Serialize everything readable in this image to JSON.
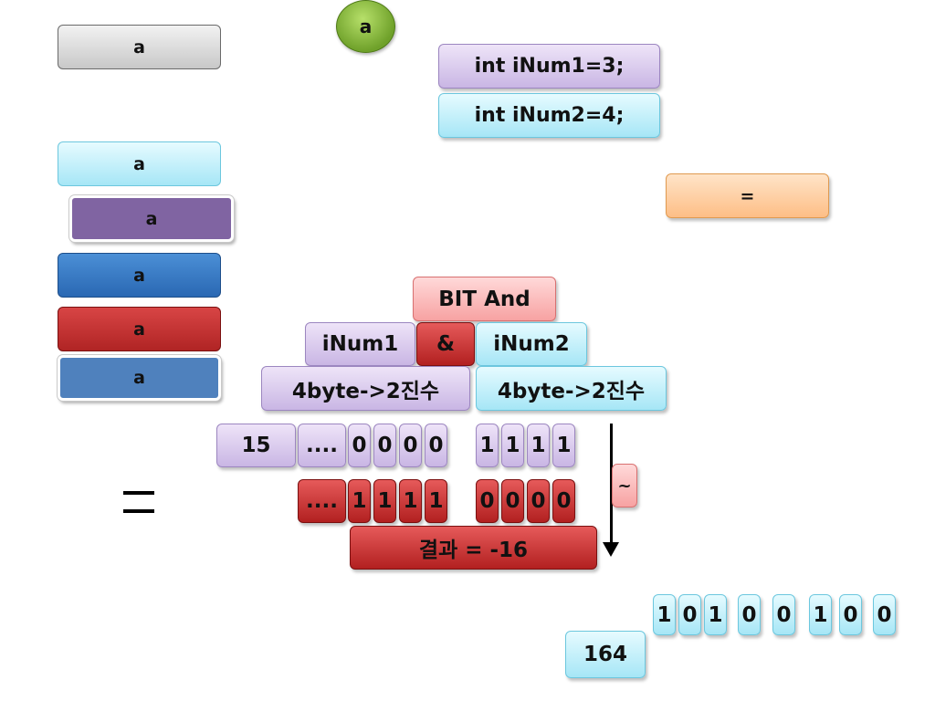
{
  "legend": {
    "gray": "a",
    "cyan": "a",
    "purple": "a",
    "blue": "a",
    "red": "a",
    "steel": "a"
  },
  "circle_label": "a",
  "code": {
    "line1": "int iNum1=3;",
    "line2": "int iNum2=4;"
  },
  "equals_box": "=",
  "operation": {
    "title": "BIT And",
    "left_operand": "iNum1",
    "operator": "&",
    "right_operand": "iNum2",
    "left_convert": "4byte->2진수",
    "right_convert": "4byte->2진수"
  },
  "row1": {
    "value": "15",
    "ellipsis": "....",
    "bits": [
      "0",
      "0",
      "0",
      "0",
      "1",
      "1",
      "1",
      "1"
    ]
  },
  "tilde": "~",
  "row2": {
    "ellipsis": "....",
    "bits": [
      "1",
      "1",
      "1",
      "1",
      "0",
      "0",
      "0",
      "0"
    ]
  },
  "result": "결과 = -16",
  "big_equals": "=",
  "bottom": {
    "bits": [
      "1",
      "0",
      "1",
      "0",
      "0",
      "1",
      "0",
      "0"
    ],
    "value": "164"
  }
}
